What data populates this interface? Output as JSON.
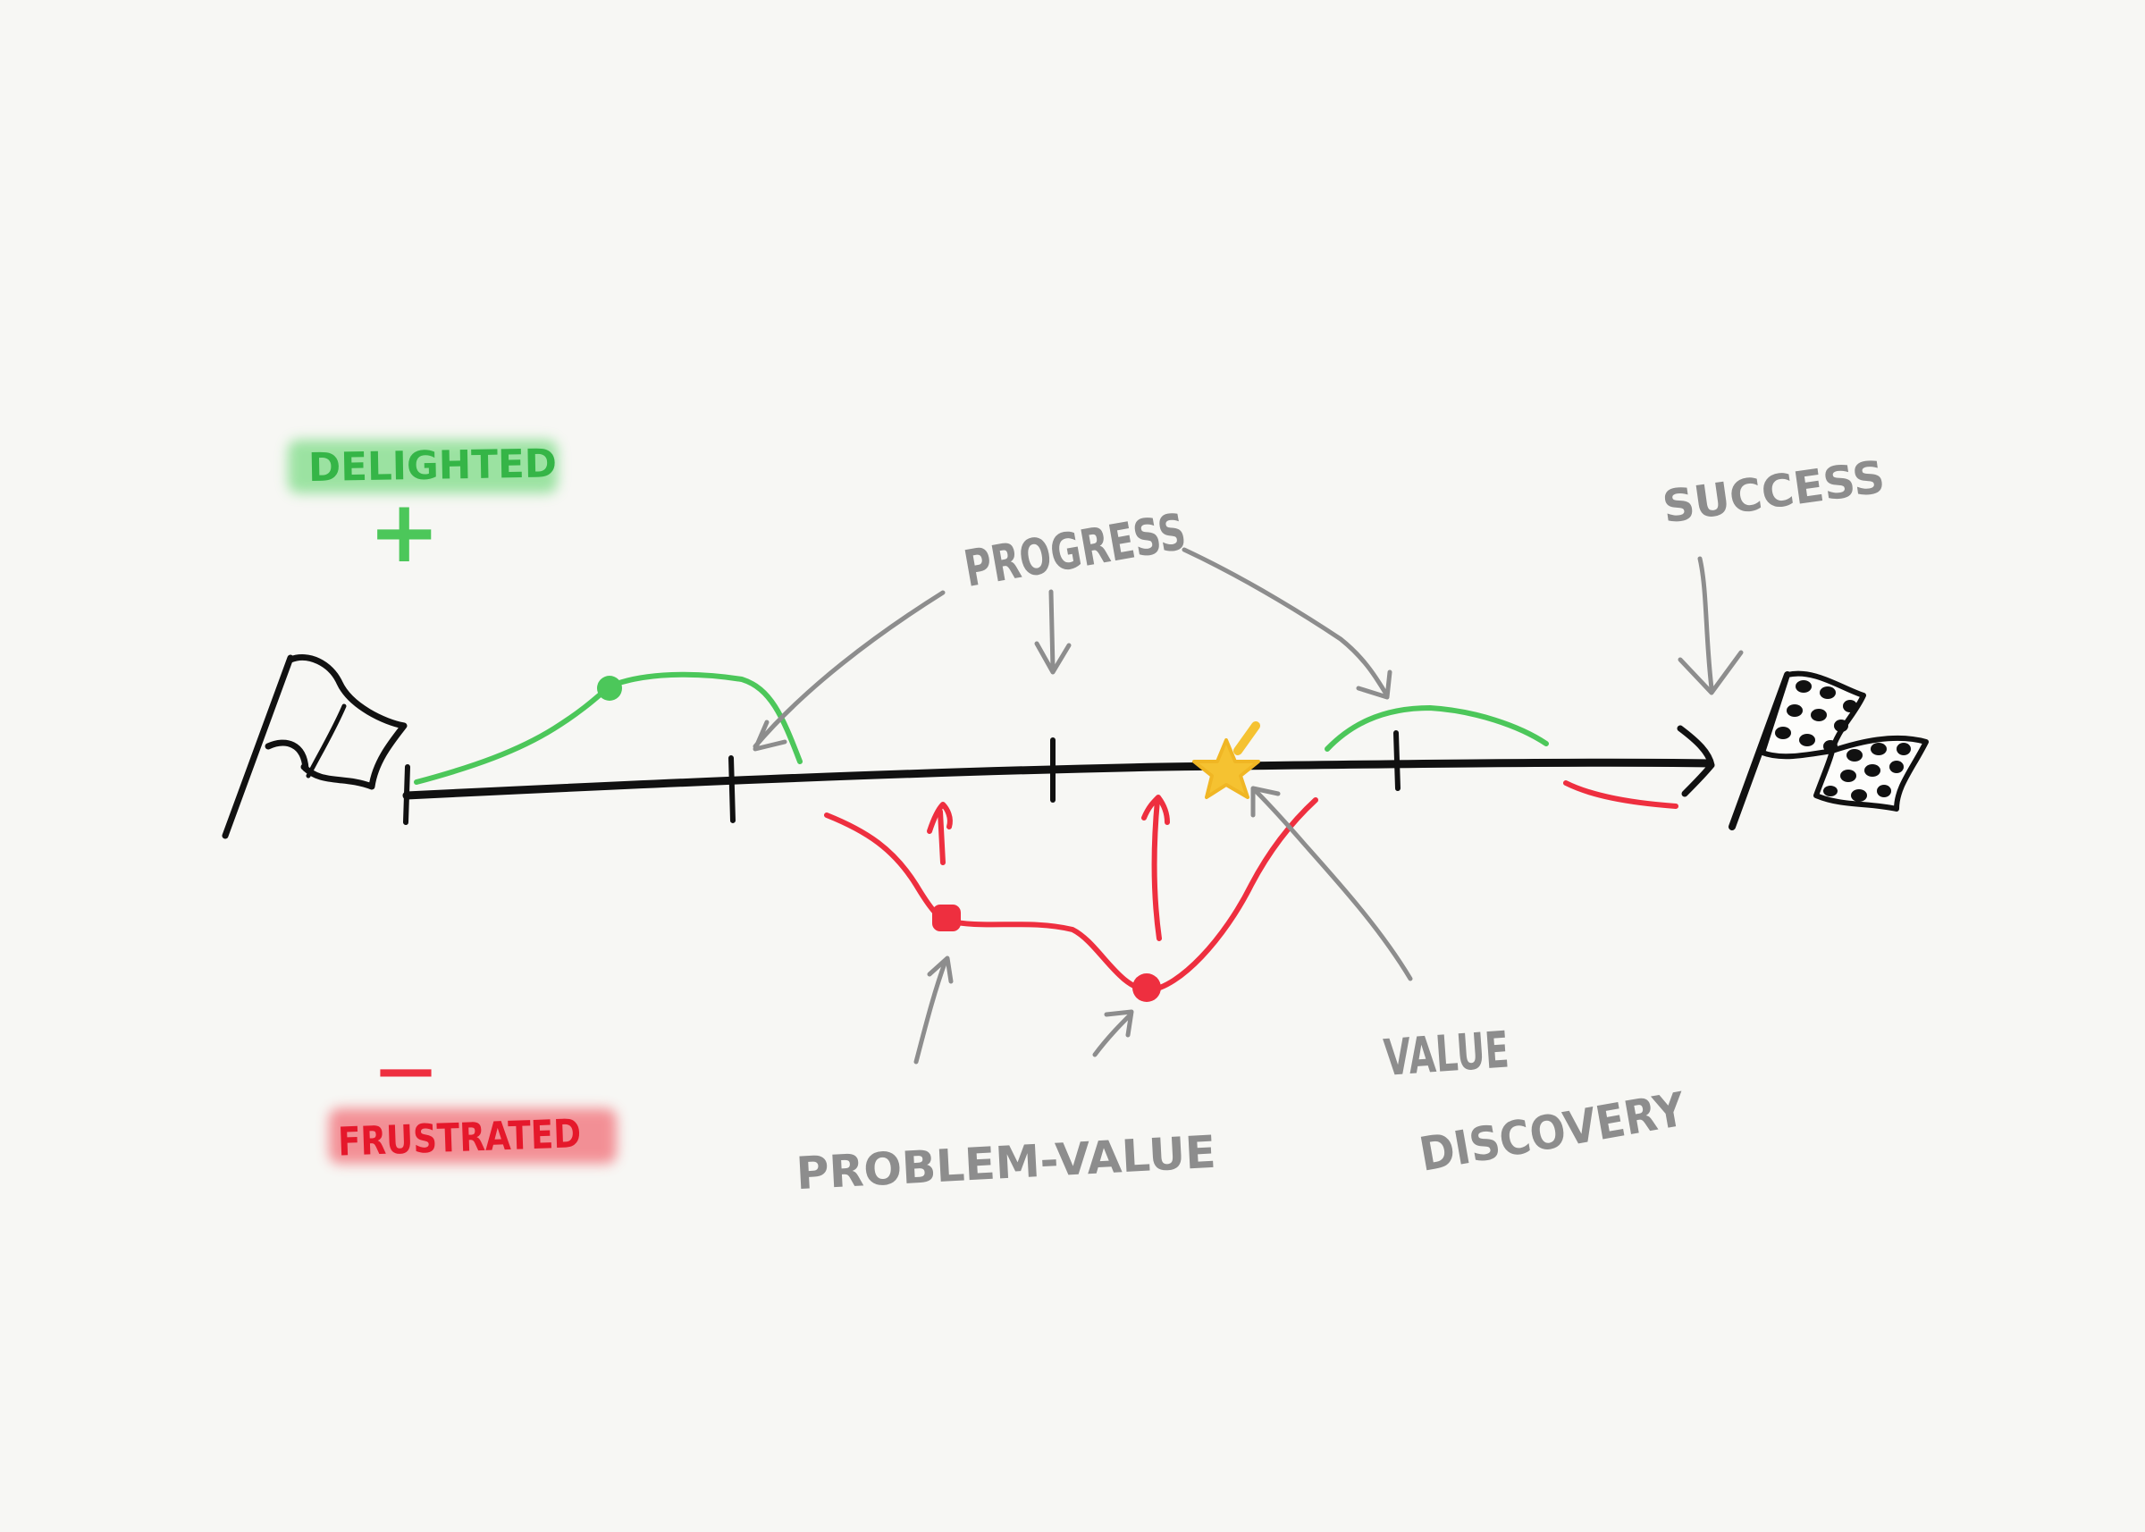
{
  "labels": {
    "delighted": "DELIGHTED",
    "plus_sign": "+",
    "minus_sign": "—",
    "frustrated": "FRUSTRATED",
    "progress": "PROGRESS",
    "success": "SUCCESS",
    "problem_value": "PROBLEM-VALUE",
    "value_line1": "VALUE",
    "value_line2": "DISCOVERY"
  },
  "colors": {
    "axis": "#111111",
    "positive": "#4cc75a",
    "negative": "#ee2f3f",
    "annotation": "#8d8d8d",
    "highlight_green": "#7ddc86",
    "highlight_red": "#f2767e",
    "star": "#f5c231"
  },
  "icons": {
    "start": "start-flag-icon",
    "finish": "checkered-flag-icon",
    "discovery": "star-icon"
  }
}
